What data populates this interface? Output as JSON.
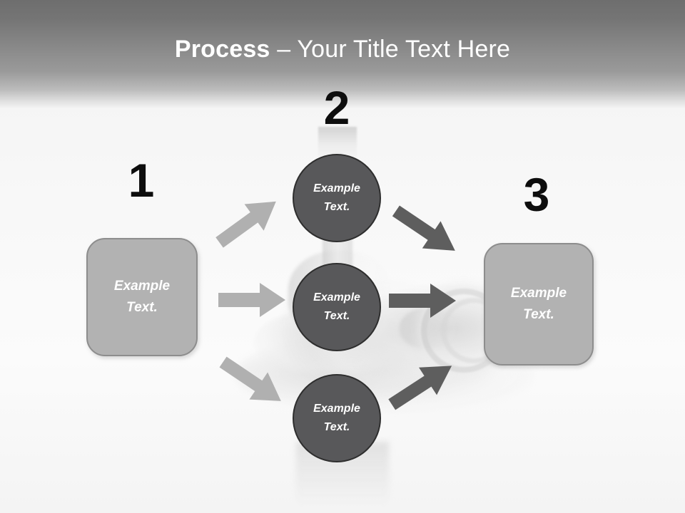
{
  "slide": {
    "title_bold": "Process",
    "title_separator": " – ",
    "title_rest": "Your Title Text Here",
    "background_color": "#f7f7f7",
    "header_gradient_from": "#6e6e6e",
    "header_gradient_to": "#f4f4f4"
  },
  "colors": {
    "box_fill": "#b2b2b2",
    "box_border": "#8d8d8d",
    "circle_fill": "#58585a",
    "circle_border": "#2e2e2e",
    "arrow_light": "#b0b0b0",
    "arrow_dark": "#5e5e5e",
    "number_color": "#0d0d0d",
    "node_text_color": "#ffffff"
  },
  "steps": [
    {
      "number": "1",
      "label_line1": "Example",
      "label_line2": "Text."
    },
    {
      "number": "2",
      "label_line1": "Example",
      "label_line2": "Text."
    },
    {
      "number": "3",
      "label_line1": "Example",
      "label_line2": "Text."
    }
  ],
  "nodes": {
    "left_box": {
      "line1": "Example",
      "line2": "Text."
    },
    "right_box": {
      "line1": "Example",
      "line2": "Text."
    },
    "circle_top": {
      "line1": "Example",
      "line2": "Text."
    },
    "circle_middle": {
      "line1": "Example",
      "line2": "Text."
    },
    "circle_bottom": {
      "line1": "Example",
      "line2": "Text."
    }
  },
  "connectors": [
    {
      "name": "left-box-to-top-circle",
      "direction": "up-right",
      "shade": "light"
    },
    {
      "name": "left-box-to-middle-circle",
      "direction": "right",
      "shade": "light"
    },
    {
      "name": "left-box-to-bottom-circle",
      "direction": "down-right",
      "shade": "light"
    },
    {
      "name": "top-circle-to-right-box",
      "direction": "down-right",
      "shade": "dark"
    },
    {
      "name": "middle-circle-to-right-box",
      "direction": "right",
      "shade": "dark"
    },
    {
      "name": "bottom-circle-to-right-box",
      "direction": "up-right",
      "shade": "dark"
    }
  ]
}
